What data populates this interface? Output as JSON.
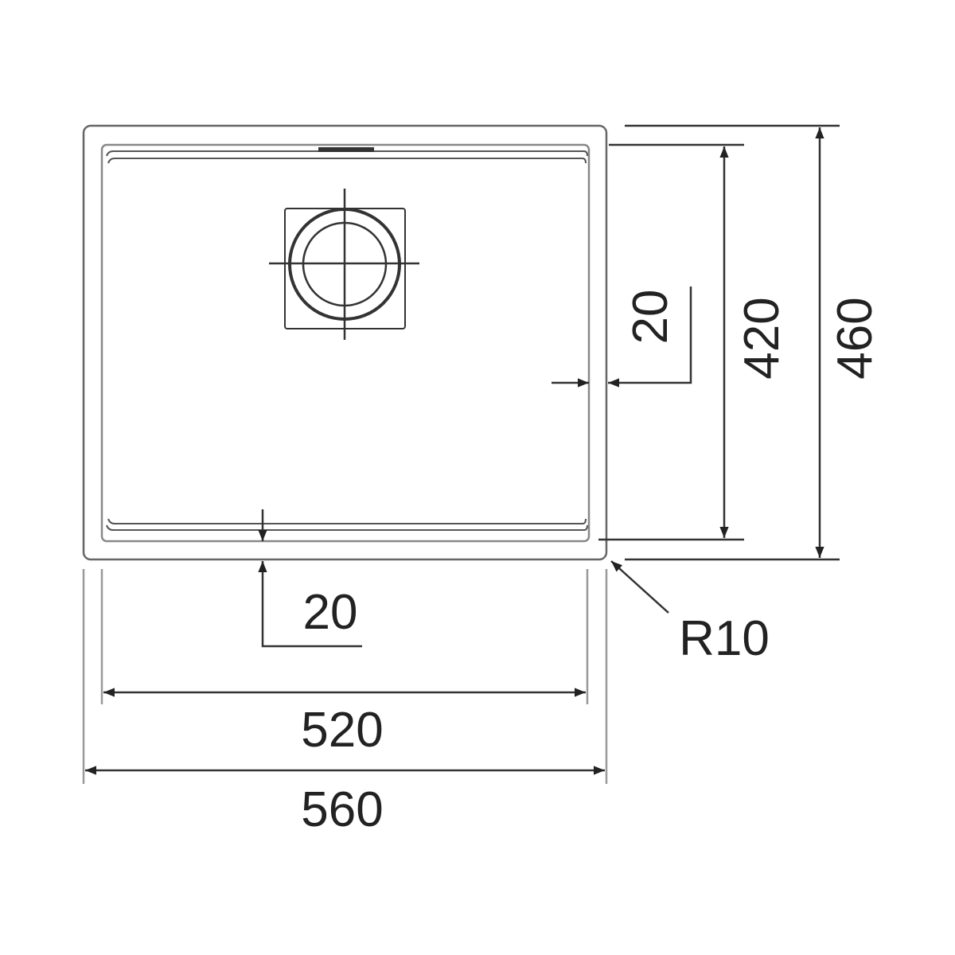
{
  "dimensions": {
    "inner_width": "520",
    "outer_width": "560",
    "inner_depth": "420",
    "outer_depth": "460",
    "side_margin": "20",
    "bottom_margin": "20",
    "corner_radius": "R10"
  },
  "colors": {
    "line": "#333333",
    "light_line": "#999999"
  }
}
